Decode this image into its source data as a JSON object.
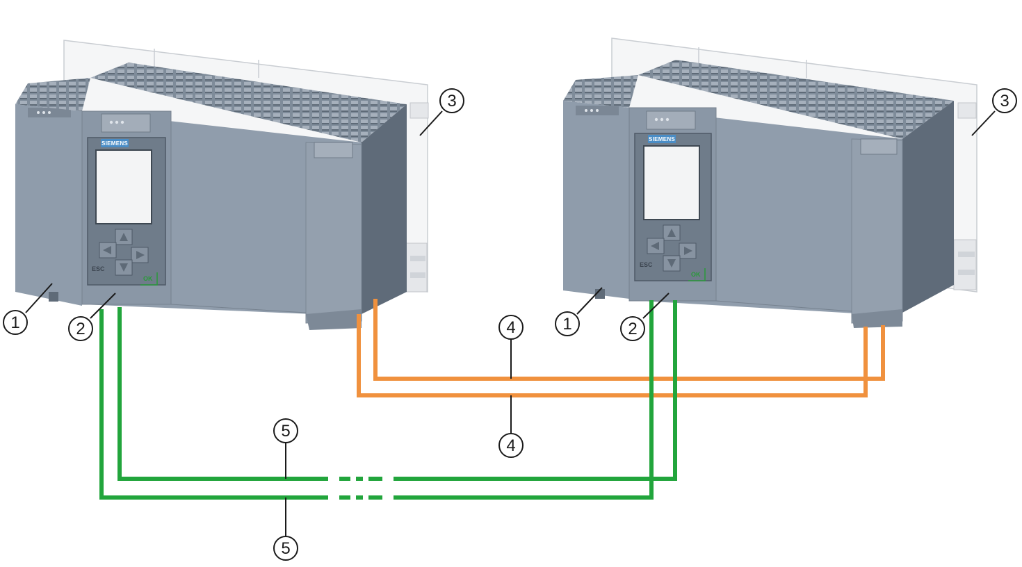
{
  "diagram": {
    "brand_text": "SIEMENS",
    "keys": {
      "esc": "ESC",
      "ok": "OK"
    },
    "colors": {
      "housing": "#8c99a8",
      "housing_dark": "#5d6a78",
      "housing_side": "#6c7886",
      "rail": "#e9ebee",
      "display": "#f4f4f4",
      "green_cable": "#22a53c",
      "orange_cable": "#f0913e",
      "callout_stroke": "#1a1a1a"
    },
    "callouts": [
      {
        "id": "c1a",
        "label": "1"
      },
      {
        "id": "c2a",
        "label": "2"
      },
      {
        "id": "c3a",
        "label": "3"
      },
      {
        "id": "c1b",
        "label": "1"
      },
      {
        "id": "c2b",
        "label": "2"
      },
      {
        "id": "c3b",
        "label": "3"
      },
      {
        "id": "c4a",
        "label": "4"
      },
      {
        "id": "c4b",
        "label": "4"
      },
      {
        "id": "c5a",
        "label": "5"
      },
      {
        "id": "c5b",
        "label": "5"
      }
    ]
  }
}
